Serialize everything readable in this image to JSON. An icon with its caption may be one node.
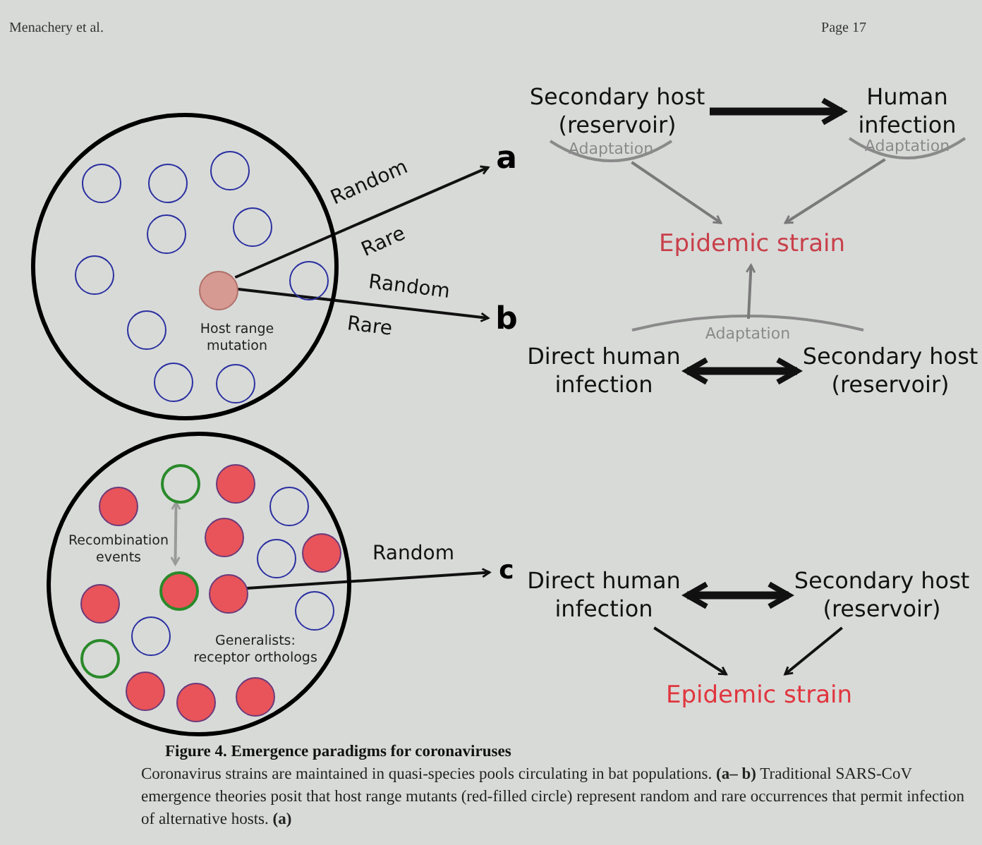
{
  "diagram": {
    "title": "Figure 4. Emergence paradigms for coronaviruses",
    "caption": "Coronavirus strains are maintained in quasi-species pools circulating in bat populations. **(a– b)** Traditional SARS-CoV emergence theories posit that host range mutants (red-filled circle) represent random and rare occurrences that permit infection of alternative hosts. **(a)**",
    "nodes": [
      {
        "text": [],
        "shape": "circle"
      },
      {
        "text": [],
        "shape": "circle",
        "in": 0
      },
      {
        "text": [],
        "shape": "circle",
        "in": 0
      },
      {
        "text": [],
        "shape": "circle",
        "in": 0
      },
      {
        "text": [],
        "shape": "circle",
        "in": 0
      },
      {
        "text": [],
        "shape": "circle",
        "in": 0
      },
      {
        "text": [],
        "shape": "circle",
        "in": 0
      },
      {
        "text": [],
        "shape": "circle",
        "in": 0
      },
      {
        "text": [],
        "shape": "circle",
        "in": 0
      },
      {
        "text": [],
        "shape": "circle",
        "in": 0
      },
      {
        "text": [],
        "shape": "circle",
        "in": 0
      },
      {
        "text": [],
        "shape": "circle",
        "in": 0
      },
      {
        "text": [
          "Host range mutation"
        ],
        "in": 0
      },
      {
        "text": [
          "a"
        ]
      },
      {
        "text": [
          "Secondary host (reservoir)"
        ]
      },
      {
        "text": [
          "Human infection"
        ]
      },
      {
        "text": [
          "Adaptation"
        ]
      },
      {
        "text": [
          "Adaptation"
        ]
      },
      {
        "text": [
          "Epidemic strain"
        ]
      },
      {
        "text": [
          "Adaptation"
        ]
      },
      {
        "text": [
          "b"
        ]
      },
      {
        "text": [
          "Direct human infection"
        ]
      },
      {
        "text": [
          "Secondary host (reservoir)"
        ]
      },
      {
        "text": [],
        "shape": "circle"
      },
      {
        "text": [],
        "shape": "circle",
        "in": 23
      },
      {
        "text": [],
        "shape": "circle",
        "in": 23
      },
      {
        "text": [],
        "shape": "circle",
        "in": 23
      },
      {
        "text": [],
        "shape": "circle",
        "in": 23
      },
      {
        "text": [],
        "shape": "circle",
        "in": 23
      },
      {
        "text": [],
        "shape": "circle",
        "in": 23
      },
      {
        "text": [],
        "shape": "circle",
        "in": 23
      },
      {
        "text": [],
        "shape": "circle",
        "in": 23
      },
      {
        "text": [],
        "shape": "circle",
        "in": 23
      },
      {
        "text": [],
        "shape": "circle",
        "in": 23
      },
      {
        "text": [],
        "shape": "circle",
        "in": 23
      },
      {
        "text": [],
        "shape": "circle",
        "in": 23
      },
      {
        "text": [],
        "shape": "circle",
        "in": 23
      },
      {
        "text": [],
        "shape": "circle",
        "in": 23
      },
      {
        "text": [],
        "shape": "circle",
        "in": 23
      },
      {
        "text": [],
        "shape": "circle",
        "in": 23
      },
      {
        "text": [
          "Recombination events"
        ],
        "in": 23
      },
      {
        "text": [
          "Generalists: receptor orthologs"
        ],
        "in": 23
      },
      {
        "text": [
          "c"
        ]
      },
      {
        "text": [
          "Direct human infection"
        ]
      },
      {
        "text": [
          "Secondary host (reservoir)"
        ]
      },
      {
        "text": [
          "Epidemic strain"
        ]
      }
    ],
    "edges": [
      {
        "from": 8,
        "to": 13,
        "arrow": "to",
        "label": "Random"
      },
      {
        "from": 8,
        "to": 20,
        "arrow": "to",
        "label": "Random"
      },
      {
        "from": 14,
        "to": 15,
        "arrow": "to",
        "style": "thick"
      },
      {
        "from": 16,
        "to": 18,
        "arrow": "to",
        "color": "#7a7a7a"
      },
      {
        "from": 17,
        "to": 18,
        "arrow": "to",
        "color": "#7a7a7a"
      },
      {
        "from": 19,
        "to": 18,
        "arrow": "to",
        "color": "#7a7a7a"
      },
      {
        "from": 21,
        "to": 22,
        "arrow": "both",
        "style": "thick"
      },
      {
        "from": 32,
        "to": 25,
        "arrow": "both",
        "color": "#9a9a9a"
      },
      {
        "from": 33,
        "to": 42,
        "arrow": "to",
        "label": "Random"
      },
      {
        "from": 43,
        "to": 44,
        "arrow": "both",
        "style": "thick"
      },
      {
        "from": 43,
        "to": 45,
        "arrow": "to"
      },
      {
        "from": 44,
        "to": 45,
        "arrow": "to"
      }
    ],
    "labels": [
      "Menachery et al.",
      "Page 17",
      "Rare",
      "Rare"
    ]
  }
}
